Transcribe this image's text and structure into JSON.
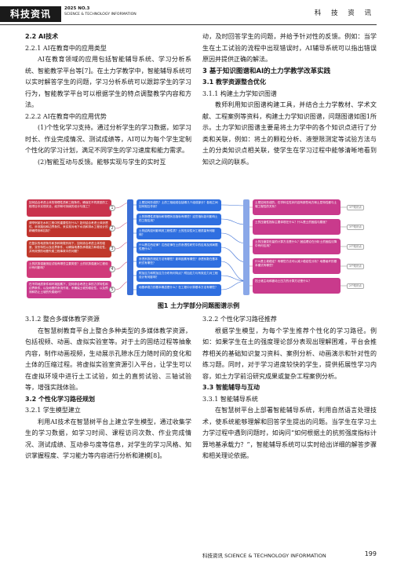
{
  "header": {
    "logo": "科技资讯",
    "issue": "2025 NO.3",
    "journal_en": "SCIENCE & TECHNOLOGY INFORMATION",
    "journal_cn_spaced": "科 技 资 讯"
  },
  "left_top": {
    "h_2_2": "2.2 AI技术",
    "h_2_2_1": "2.2.1 AI在教育中的应用类型",
    "p1": "AI在教育领域的应用包括智能辅导系统、学习分析系统、智能教学平台等[7]。在土力学教学中，智能辅导系统可以实时解答学生的问题，学习分析系统可以跟踪学生的学习行为，智能教学平台可以根据学生的特点调整教学内容和方法。",
    "h_2_2_2": "2.2.2 AI在教育中的应用优势",
    "p2": "(1)个性化学习支持。通过分析学生的学习数据，如学习时长、作业完成情况、测试成绩等，AI可以为每个学生定制个性化的学习计划，满足不同学生的学习速度和能力需求。",
    "p3": "(2)智能互动与反馈。能够实现与学生的实时互"
  },
  "right_top": {
    "p1": "动，及时回答学生的问题，并给予针对性的反馈。例如：当学生在土工试验的流程中出现错误时，AI辅导系统可以指出错误原因并提供正确的解法。",
    "h_3": "3 基于知识图谱和AI的土力学教学改革实践",
    "h_3_1": "3.1 教学资源整合优化",
    "h_3_1_1": "3.1.1 构建土力学知识图谱",
    "p2": "教师利用知识图谱构建工具，并结合土力学教材、学术文献、工程案例等资料，构建土力学知识图谱，问题图谱如图1所示。土力学知识图谱主要是将土力学中的各个知识点进行了分类和关联，例如：将土的颗粒分析、液塑限测定等试验方法与土的分类知识点相关联，使学生在学习过程中能够清晰地看到知识之间的联系。"
  },
  "figure": {
    "caption": "图1 土力学部分问题图谱示例",
    "left_nodes": [
      {
        "n": "1",
        "text": "如何结合考虑土体的物理性质和工程条件，确保在不同类型的工程项目中实现安全、经济和可持续的设计与施工？",
        "color": "#c9334d"
      },
      {
        "n": "2",
        "text": "请举例某在水利工程中的重要性在什么？如何结合考虑土体渗透性、渗流路径和边界条件，来实现对地下水流和排水工程设计的精确预测和控制？",
        "color": "#c0342d"
      },
      {
        "n": "3",
        "text": "在复杂的地质条件和多种荷载作用下，如何综合考虑土体的强度、变形特性以及边界条件，以确保地基的承载能力和稳定性，并有效预防地基失稳工程事故中的问题？",
        "color": "#c0392b"
      },
      {
        "n": "4",
        "text": "土的抗剪强度测定试验有哪些主要类型？土的抗剪强度对工程设计有何影响？",
        "color": "#d03a7a"
      },
      {
        "n": "5",
        "text": "在不同地质条件和环境因素下，如何综合考虑土体的力学特性和边界条件，以及地基的渗流作用，来确保土坡的稳定性，以及预测和防止土坡的失稳破坏？",
        "color": "#c93a8c"
      }
    ],
    "mid_nodes": [
      {
        "text": "土是如何形成的？土的三相组成包括哪几个组成部分？各相之间如何相互作用？",
        "color": "#2f6fe0"
      },
      {
        "text": "土的物理性质指标和物理状态指标有哪些？这些指标如何影响土的工程应用？",
        "color": "#2f6fe0"
      },
      {
        "text": "土的结构如何影响其工程性质？土的压实性对工程质量有何影响？",
        "color": "#2f6fe0"
      },
      {
        "text": "什么是达西定律？达西定律在土的渗透性研究中的应用及其局限性是什么？",
        "color": "#2f6fe0"
      },
      {
        "text": "渗透系数的测定方法有哪些？影响因素有哪些？渗透系数在基本积式有哪些？",
        "color": "#2f6fe0"
      },
      {
        "text": "附加应力和附加应力分布有何特点？附加应力与有效应力对工程设计有何影响？",
        "color": "#2f6fe0"
      },
      {
        "text": "地基承载力的基本概念是什么？在工程中计算基本方法有哪些？",
        "color": "#2f6fe0"
      }
    ],
    "right_nodes": [
      {
        "text": "土是如何形成的，在学科住性状内容有那些地方和土层特性都与土壤工程性的关系？",
        "color": "#c93a8c"
      },
      {
        "text": "土的压缩性指标主要体现在什么？什么是土的固结与膨胀？",
        "color": "#c93a8c"
      },
      {
        "text": "土的压缩变形量的计算方法是什么？固结理论在分析土的固结沉降中有何应用？",
        "color": "#c93a8c"
      },
      {
        "text": "什么是土坡稳定？有哪些方法可以减少稳定性分析？地基破坏的基本模式有哪些？",
        "color": "#c93a8c"
      },
      {
        "text": "挡土墙主动和被动土压力的计算方法是什么？",
        "color": "#c93a8c"
      }
    ],
    "tags": [
      "3个知识点",
      "3个知识点",
      "2个知识点",
      "3个知识点",
      "2个知识点"
    ]
  },
  "left_bottom": {
    "h_3_1_2": "3.1.2 整合多媒体教学资源",
    "p1": "在智慧树教育平台上整合多种类型的多媒体教学资源，包括视频、动画、虚拟实验室等。对于土的固结过程等抽象内容，制作动画视频，生动展示孔隙水压力随时间的变化和土体的压缩过程。将虚拟实验室资源引入平台，让学生可以在虚拟环境中进行土工试验，如土的直剪试验、三轴试验等，增强实践体验。",
    "h_3_2": "3.2 个性化学习路径规划",
    "h_3_2_1": "3.2.1 学生模型建立",
    "p2": "利用AI技术在智慧树平台上建立学生模型，通过收集学生的学习数据，如学习时间、课程访问次数、作业完成情况、测试成绩、互动参与度等信息，对学生的学习风格、知识掌握程度、学习能力等内容进行分析和建模[8]。"
  },
  "right_bottom": {
    "h_3_2_2": "3.2.2 个性化学习路径推荐",
    "p1": "根据学生模型，为每个学生推荐个性化的学习路径。例如：如果学生在土的强度理论部分表现出理解困难，平台会推荐相关的基础知识复习资料、案例分析、动画演示和针对性的练习题。同时，对于学习进度较快的学生，提供拓展性学习内容，如土力学前沿研究成果或复杂工程案例分析。",
    "h_3_3": "3.3 智能辅导与互动",
    "h_3_3_1": "3.3.1 智能辅导系统",
    "p2": "在智慧树平台上部署智能辅导系统，利用自然语言处理技术，使系统能够理解和回答学生提出的问题。当学生在学习土力学过程中遇到问题时，如询问“如何根据土的抗剪强度指标计算地基承载力？”，智能辅导系统可以实时给出详细的解答步骤和相关理论依据。"
  },
  "footer": {
    "journal": "科技资讯 SCIENCE & TECHNOLOGY INFORMATION",
    "page": "199"
  }
}
